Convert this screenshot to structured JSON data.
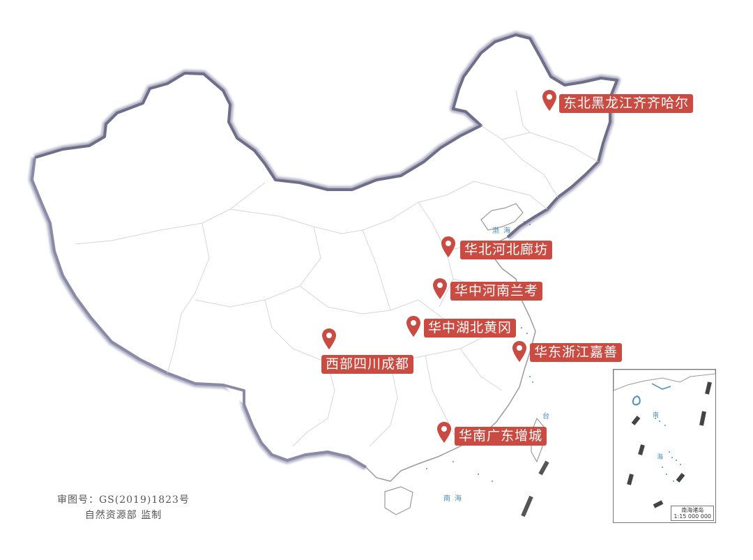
{
  "locations": [
    {
      "id": "heilongjiang-qiqihar",
      "label": "东北黑龙江齐齐哈尔"
    },
    {
      "id": "hebei-langfang",
      "label": "华北河北廊坊"
    },
    {
      "id": "henan-lankao",
      "label": "华中河南兰考"
    },
    {
      "id": "hubei-huanggang",
      "label": "华中湖北黄冈"
    },
    {
      "id": "zhejiang-jiashan",
      "label": "华东浙江嘉善"
    },
    {
      "id": "sichuan-chengdu",
      "label": "西部四川成都"
    },
    {
      "id": "guangdong-zengcheng",
      "label": "华南广东增城"
    }
  ],
  "sea_labels": {
    "bohai": "渤海",
    "taiwan": "台",
    "south_china_sea": "南海",
    "inset_south": "南",
    "inset_sea": "海"
  },
  "approval": {
    "line1": "审图号：GS(2019)1823号",
    "line2": "自然资源部 监制"
  },
  "inset": {
    "caption_line1": "南海诸岛",
    "caption_line2": "1:15 000 000"
  },
  "colors": {
    "pin": "#c94b41",
    "border": "#8a8aa6",
    "sea_text": "#4a8fbf",
    "province_lines": "#d6d6d6"
  }
}
